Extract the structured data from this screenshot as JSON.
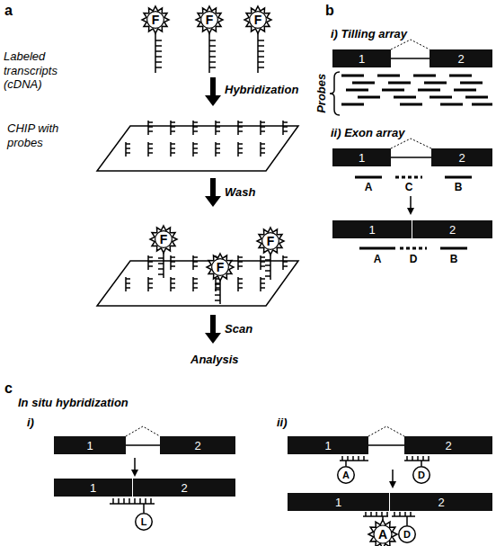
{
  "diagram": {
    "nodes": [
      {
        "text": [
          "F"
        ]
      },
      {
        "text": [
          "F"
        ]
      },
      {
        "text": [
          "F"
        ]
      },
      {
        "text": [
          "F"
        ]
      },
      {
        "text": [
          "F"
        ]
      },
      {
        "text": [
          "F"
        ]
      },
      {
        "text": [
          "1"
        ]
      },
      {
        "text": [
          "2"
        ]
      },
      {
        "text": [
          "1"
        ]
      },
      {
        "text": [
          "2"
        ]
      },
      {
        "text": [
          "1"
        ]
      },
      {
        "text": [
          "2"
        ]
      },
      {
        "text": [
          "1"
        ]
      },
      {
        "text": [
          "2"
        ]
      },
      {
        "text": [
          "1"
        ]
      },
      {
        "text": [
          "2"
        ]
      },
      {
        "text": [
          "L"
        ]
      },
      {
        "text": [
          "1"
        ]
      },
      {
        "text": [
          "2"
        ]
      },
      {
        "text": [
          "A"
        ]
      },
      {
        "text": [
          "D"
        ]
      },
      {
        "text": [
          "1"
        ]
      },
      {
        "text": [
          "2"
        ]
      },
      {
        "text": [
          "A"
        ]
      },
      {
        "text": [
          "D"
        ]
      }
    ],
    "labels": [
      "a",
      "Labeled transcripts (cDNA)",
      "Hybridization",
      "CHIP with probes",
      "Wash",
      "Scan",
      "Analysis",
      "b",
      "i) Tilling array",
      "Probes",
      "ii) Exon array",
      "A",
      "C",
      "B",
      "A",
      "D",
      "B",
      "c",
      "In situ hybridization",
      "i)",
      "ii)"
    ]
  }
}
